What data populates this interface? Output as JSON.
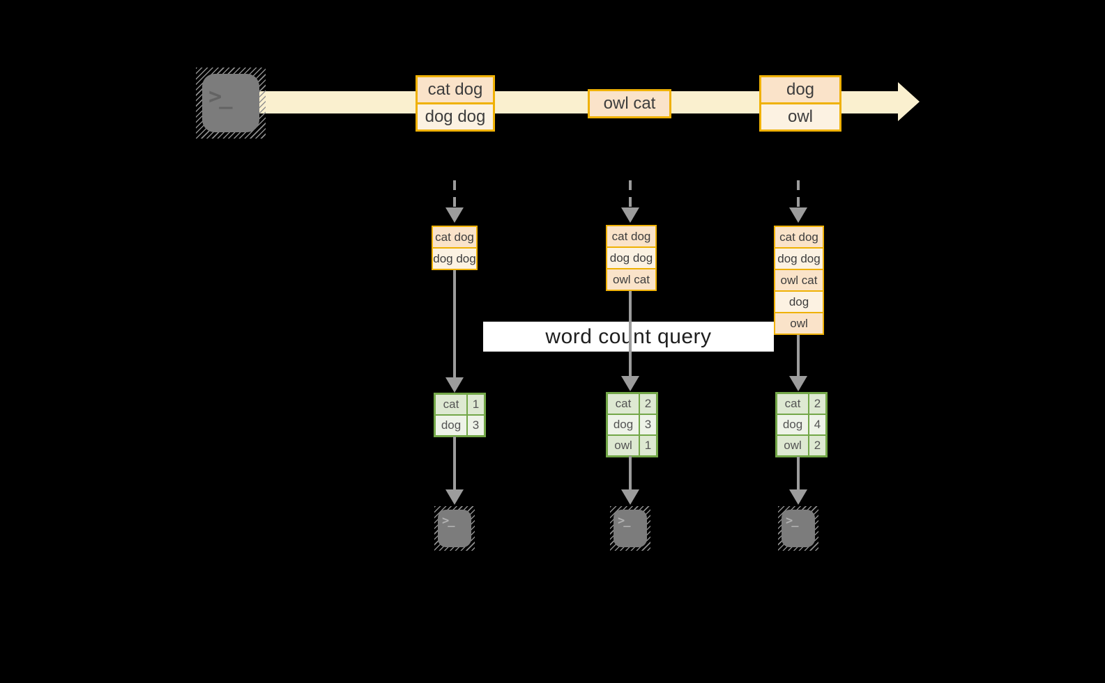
{
  "colors": {
    "background": "#000000",
    "stream_band": "#FAF0CF",
    "box_border_gold": "#EFB104",
    "box_fill_peach": "#FAE3C9",
    "box_fill_cream": "#FCF2E2",
    "table_border_green": "#73A748",
    "table_cell_dark": "#DEE9D2",
    "table_cell_light": "#EEF3E8",
    "arrow_gray": "#9C9C9C",
    "terminal_gray": "#7C7C7C",
    "banner_bg": "#FFFFFF",
    "banner_text": "#1E1E1E"
  },
  "terminal": {
    "prompt": ">_"
  },
  "stream": {
    "batches": [
      {
        "rows": [
          "cat dog",
          "dog dog"
        ]
      },
      {
        "rows": [
          "owl cat"
        ]
      },
      {
        "rows": [
          "dog",
          "owl"
        ]
      }
    ]
  },
  "banner": {
    "label": "word count query"
  },
  "stacks": [
    {
      "rows": [
        "cat dog",
        "dog dog"
      ]
    },
    {
      "rows": [
        "cat dog",
        "dog dog",
        "owl cat"
      ]
    },
    {
      "rows": [
        "cat dog",
        "dog dog",
        "owl cat",
        "dog",
        "owl"
      ]
    }
  ],
  "tables": [
    {
      "rows": [
        {
          "word": "cat",
          "count": "1"
        },
        {
          "word": "dog",
          "count": "3"
        }
      ]
    },
    {
      "rows": [
        {
          "word": "cat",
          "count": "2"
        },
        {
          "word": "dog",
          "count": "3"
        },
        {
          "word": "owl",
          "count": "1"
        }
      ]
    },
    {
      "rows": [
        {
          "word": "cat",
          "count": "2"
        },
        {
          "word": "dog",
          "count": "4"
        },
        {
          "word": "owl",
          "count": "2"
        }
      ]
    }
  ]
}
